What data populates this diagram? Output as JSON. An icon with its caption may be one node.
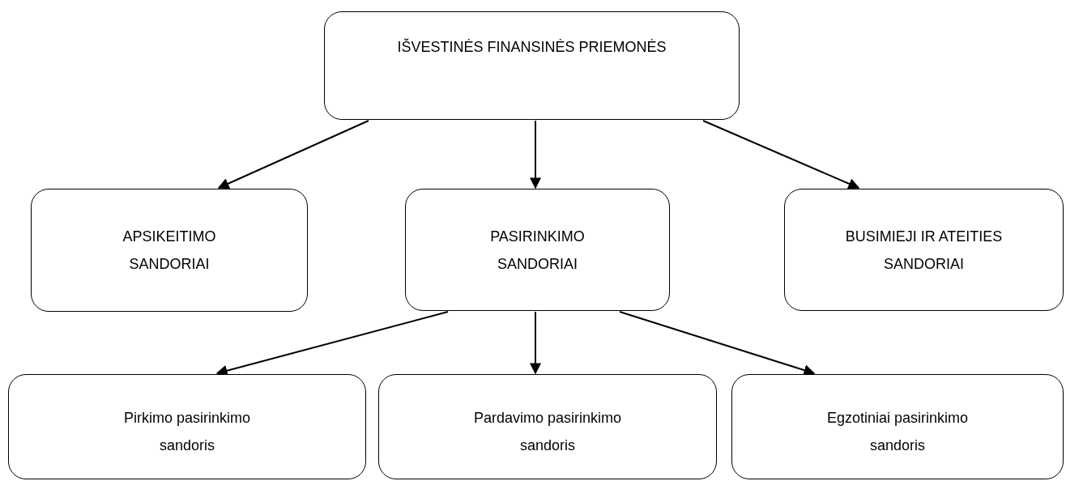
{
  "diagram": {
    "nodes": [
      {
        "text": [
          "IŠVESTINĖS FINANSINĖS PRIEMONĖS"
        ]
      },
      {
        "text": [
          "APSIKEITIMO SANDORIAI"
        ]
      },
      {
        "text": [
          "PASIRINKIMO SANDORIAI"
        ]
      },
      {
        "text": [
          "BUSIMIEJI IR ATEITIES SANDORIAI"
        ]
      },
      {
        "text": [
          "Pirkimo pasirinkimo sandoris"
        ]
      },
      {
        "text": [
          "Pardavimo pasirinkimo sandoris"
        ]
      },
      {
        "text": [
          "Egzotiniai pasirinkimo sandoris"
        ]
      }
    ],
    "edges": [
      {
        "from": 0,
        "to": 1,
        "arrow": "to"
      },
      {
        "from": 0,
        "to": 2,
        "arrow": "to"
      },
      {
        "from": 0,
        "to": 3,
        "arrow": "to"
      },
      {
        "from": 2,
        "to": 4,
        "arrow": "to"
      },
      {
        "from": 2,
        "to": 5,
        "arrow": "to"
      },
      {
        "from": 2,
        "to": 6,
        "arrow": "to"
      }
    ]
  }
}
